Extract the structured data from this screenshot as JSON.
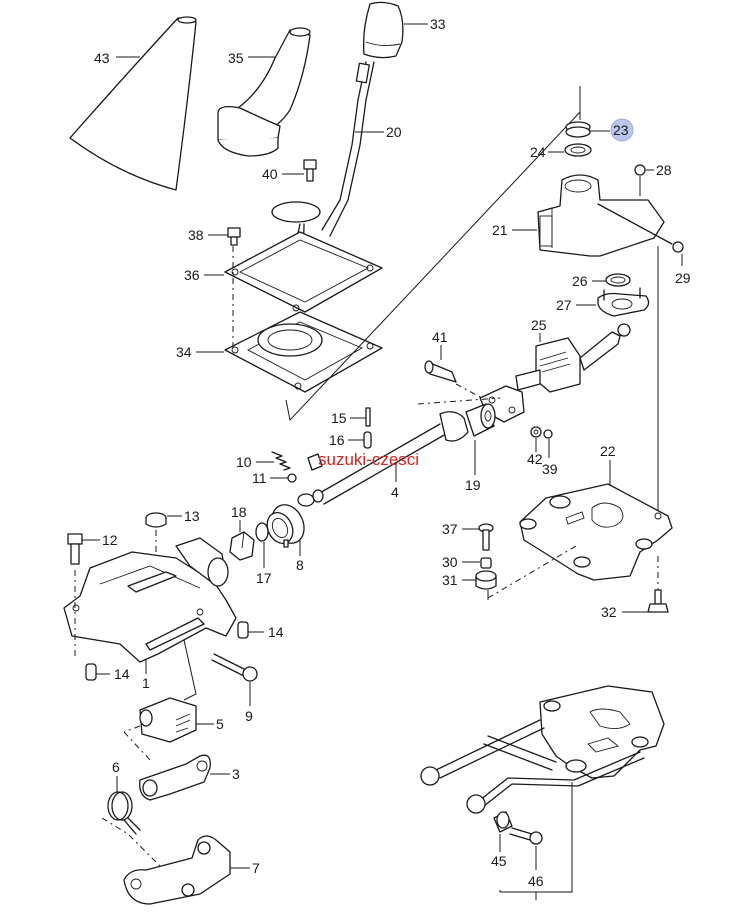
{
  "diagram": {
    "title": "Gear shift control exploded view",
    "watermark": "suzuki-czesci",
    "highlight_color": "#b9c6ee",
    "watermark_color": "#e0201a",
    "highlighted_part": "23",
    "labels": {
      "p1": "1",
      "p3": "3",
      "p4": "4",
      "p5": "5",
      "p6": "6",
      "p7": "7",
      "p8": "8",
      "p9": "9",
      "p10": "10",
      "p11": "11",
      "p12": "12",
      "p13": "13",
      "p14a": "14",
      "p14b": "14",
      "p15": "15",
      "p16": "16",
      "p17": "17",
      "p18": "18",
      "p19": "19",
      "p20": "20",
      "p21": "21",
      "p22": "22",
      "p23": "23",
      "p24": "24",
      "p25": "25",
      "p26": "26",
      "p27": "27",
      "p28": "28",
      "p29": "29",
      "p30": "30",
      "p31": "31",
      "p32": "32",
      "p33": "33",
      "p34": "34",
      "p35": "35",
      "p36": "36",
      "p37": "37",
      "p38": "38",
      "p39": "39",
      "p40": "40",
      "p41": "41",
      "p42": "42",
      "p43": "43",
      "p45": "45",
      "p46": "46"
    }
  }
}
